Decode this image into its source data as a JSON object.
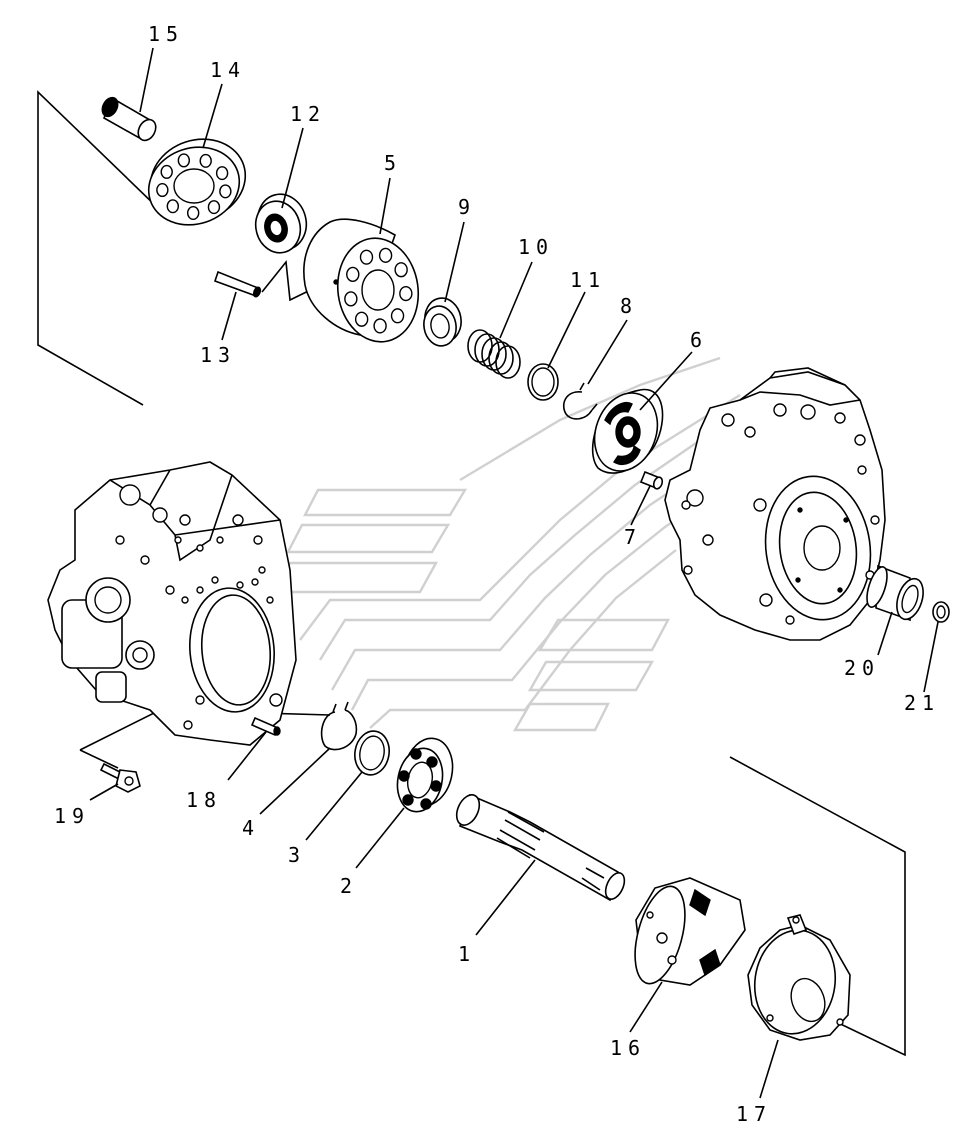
{
  "diagram": {
    "part_labels": {
      "p1": "1",
      "p2": "2",
      "p3": "3",
      "p4": "4",
      "p5": "5",
      "p6": "6",
      "p7": "7",
      "p8": "8",
      "p9": "9",
      "p10": "10",
      "p11": "11",
      "p12": "12",
      "p13": "13",
      "p14": "14",
      "p15": "15",
      "p16": "16",
      "p17": "17",
      "p18": "18",
      "p19": "19",
      "p20": "20",
      "p21": "21"
    }
  }
}
